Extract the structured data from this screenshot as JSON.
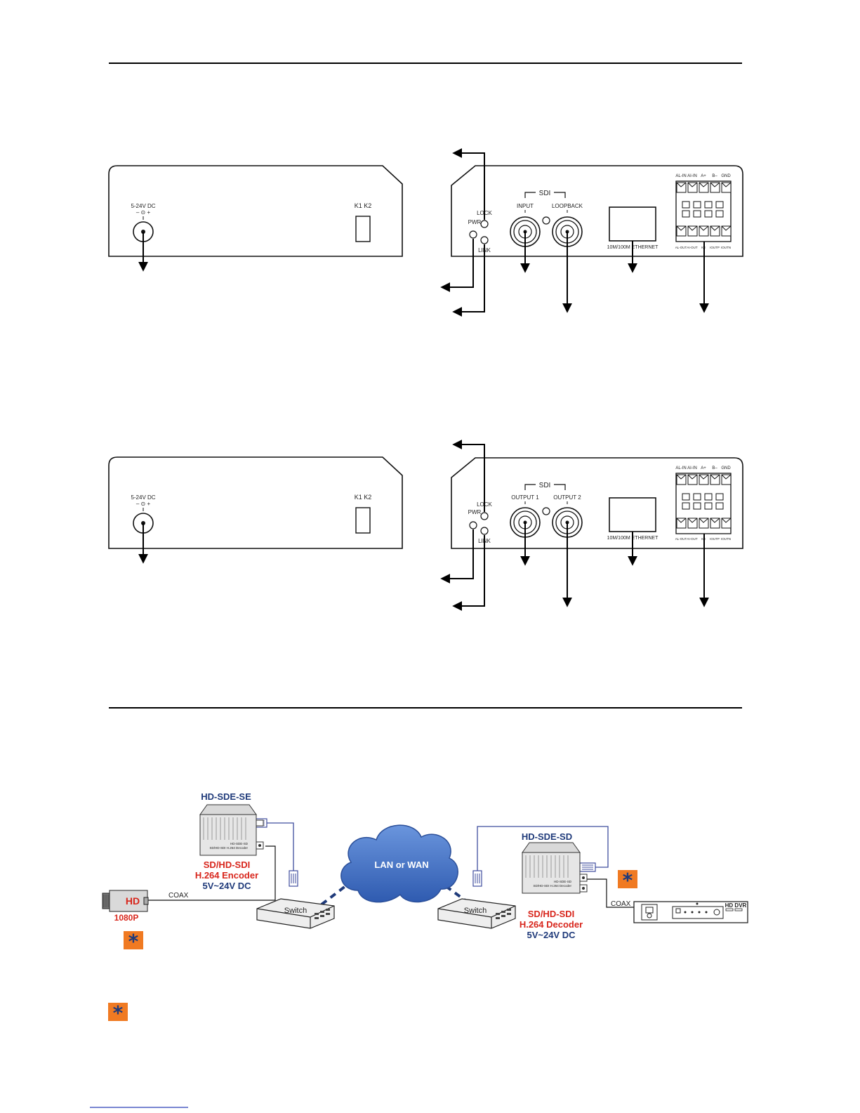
{
  "encoder": {
    "left_panel": {
      "power_label": "5-24V DC",
      "polarity": "– ⊙ +",
      "switch_label": "K1 K2"
    },
    "right_panel": {
      "sdi_label": "SDI",
      "port1_label": "INPUT",
      "port2_label": "LOOPBACK",
      "pwr_label": "PWR",
      "lock_label": "LOCK",
      "link_label": "LINK",
      "ethernet_label": "10M/100M ETHERNET",
      "terminal_top": [
        "AL-IN",
        "AI-IN",
        "A+",
        "B–",
        "GND"
      ],
      "terminal_bottom": [
        "AL-OUT",
        "AI-OUT",
        "K3",
        "IOUTP",
        "IOUTN"
      ]
    }
  },
  "decoder": {
    "left_panel": {
      "power_label": "5-24V DC",
      "polarity": "– ⊙ +",
      "switch_label": "K1 K2"
    },
    "right_panel": {
      "sdi_label": "SDI",
      "port1_label": "OUTPUT 1",
      "port2_label": "OUTPUT 2",
      "pwr_label": "PWR",
      "lock_label": "LOCK",
      "link_label": "LINK",
      "ethernet_label": "10M/100M ETHERNET",
      "terminal_top": [
        "AL-IN",
        "AI-IN",
        "A+",
        "B–",
        "GND"
      ],
      "terminal_bottom": [
        "AL-OUT",
        "AI-OUT",
        "K3",
        "IOUTP",
        "IOUTN"
      ]
    }
  },
  "network": {
    "encoder_model": "HD-SDE-SE",
    "encoder_desc": [
      "SD/HD-SDI",
      "H.264 Encoder",
      "5V~24V DC"
    ],
    "encoder_plate": [
      "HD-SDE-SD",
      "SD/HD-SDI H.264 Decoder"
    ],
    "decoder_model": "HD-SDE-SD",
    "decoder_desc": [
      "SD/HD-SDI",
      "H.264 Decoder",
      "5V~24V DC"
    ],
    "decoder_plate": [
      "HD-SDE-SD",
      "SD/HD-SDI H.264 Decoder"
    ],
    "camera_label": "HD",
    "camera_res": "1080P",
    "coax_left": "COAX",
    "coax_right": "COAX",
    "switch_label": "Switch",
    "cloud_label": "LAN or WAN",
    "dvr_label": "HD DVR"
  },
  "colors": {
    "navy": "#1f3a7a",
    "red": "#d8261c",
    "orange": "#f07a22",
    "cable": "#3f4d9e",
    "cloud": "#3f6fc4"
  }
}
